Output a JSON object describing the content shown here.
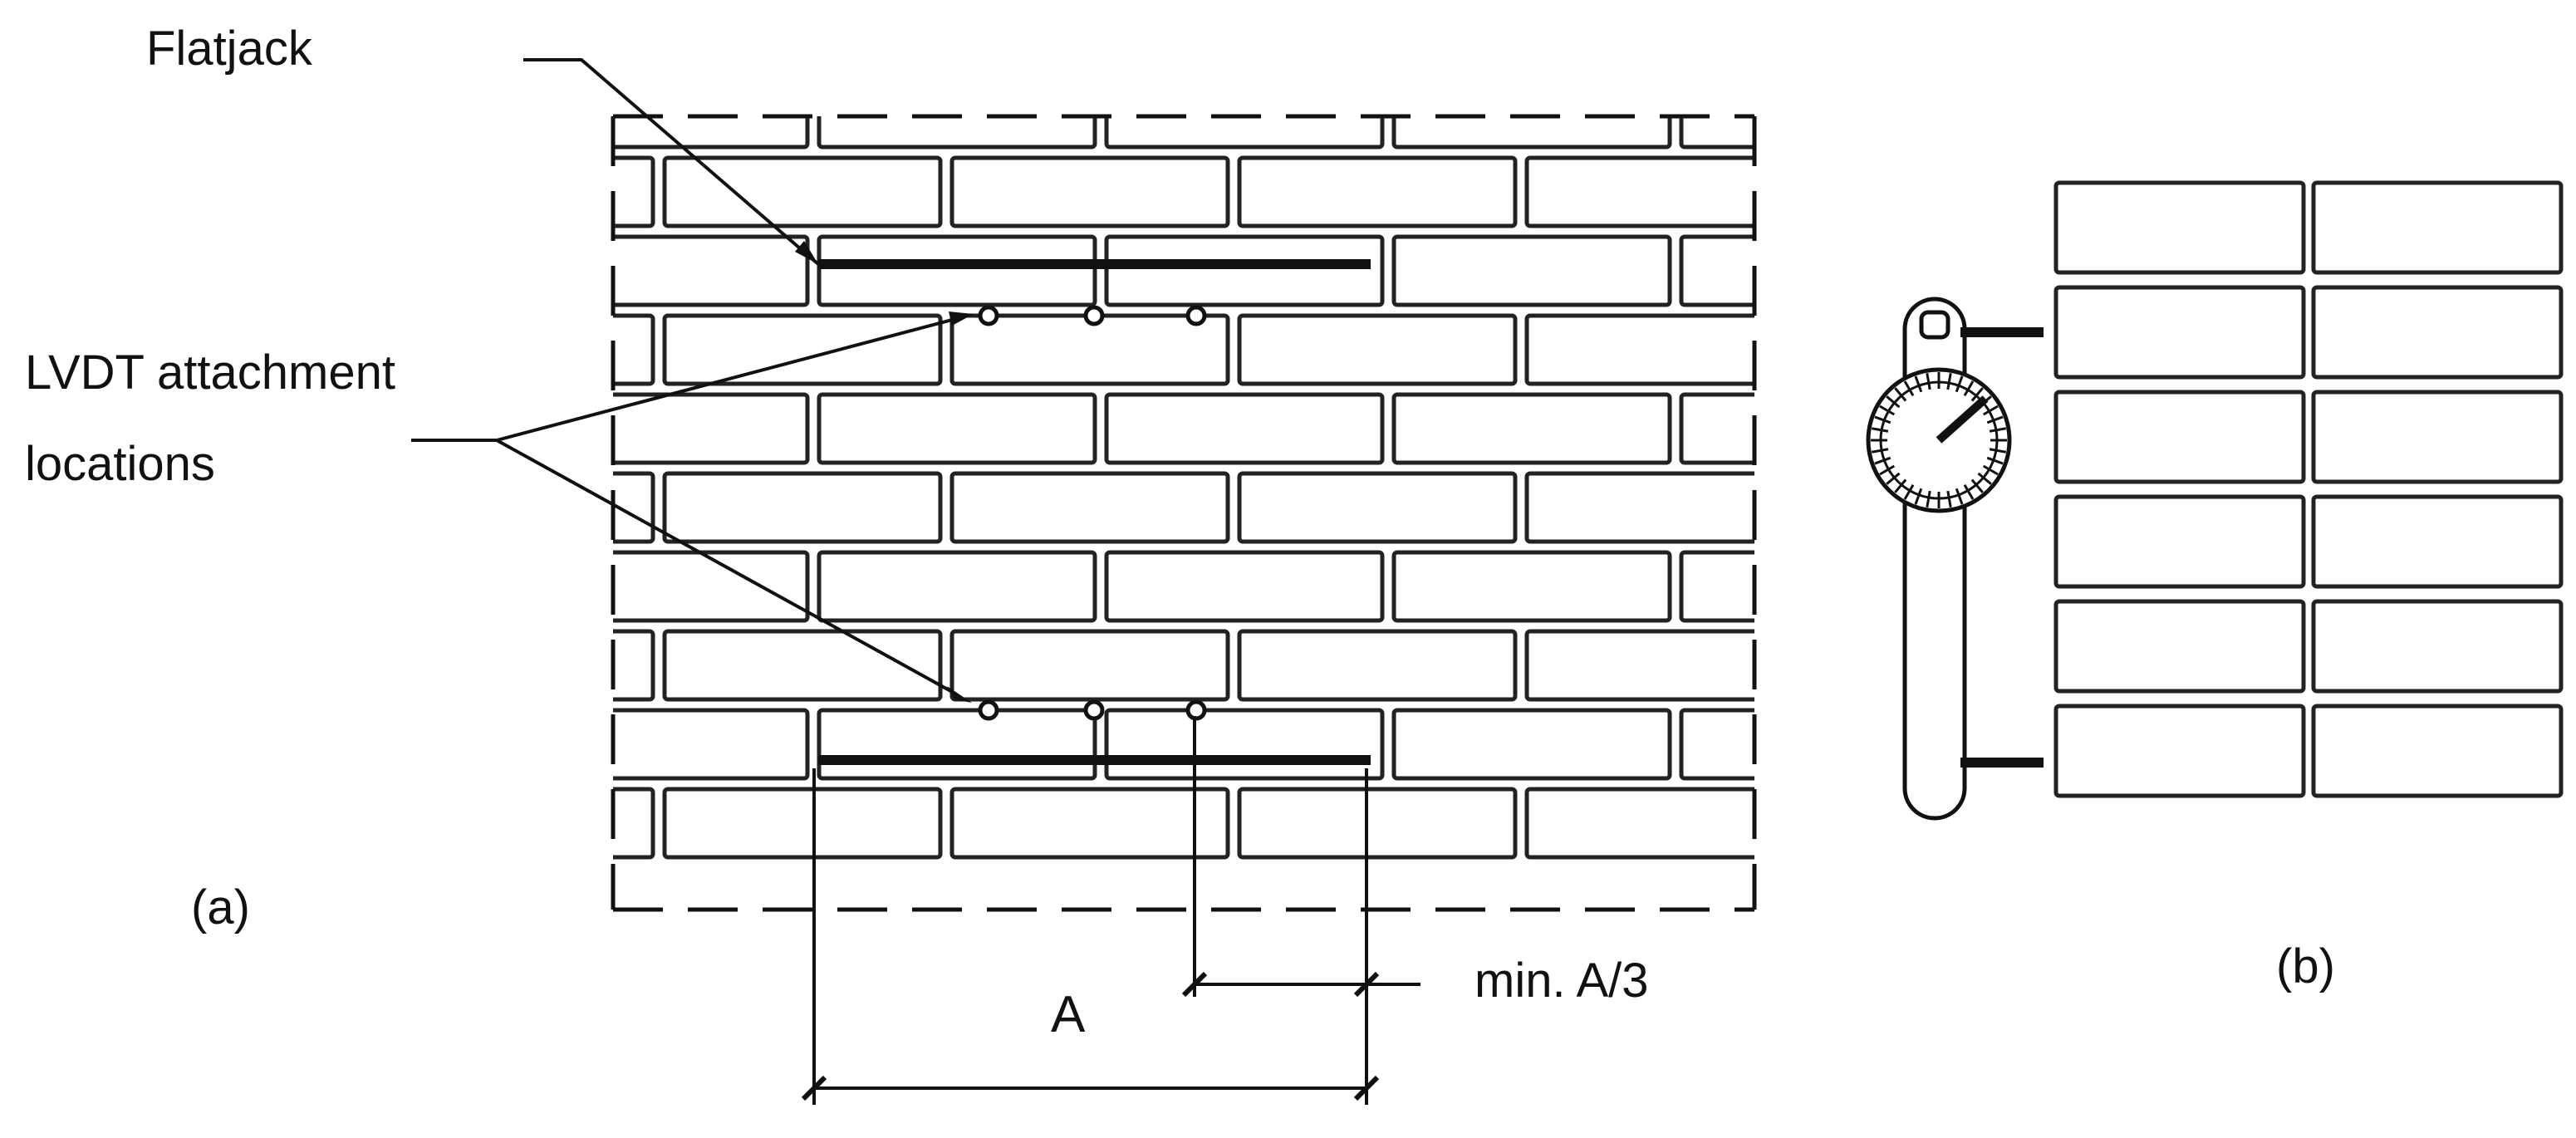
{
  "labels": {
    "flatjack": "Flatjack",
    "lvdt_line1": "LVDT attachment",
    "lvdt_line2": "locations",
    "panel_a": "(a)",
    "panel_b": "(b)",
    "dim_a": "A",
    "dim_min": "min. A/3"
  },
  "colors": {
    "ink": "#111111",
    "background": "#ffffff"
  },
  "icons": [
    "dial-gauge-icon"
  ]
}
